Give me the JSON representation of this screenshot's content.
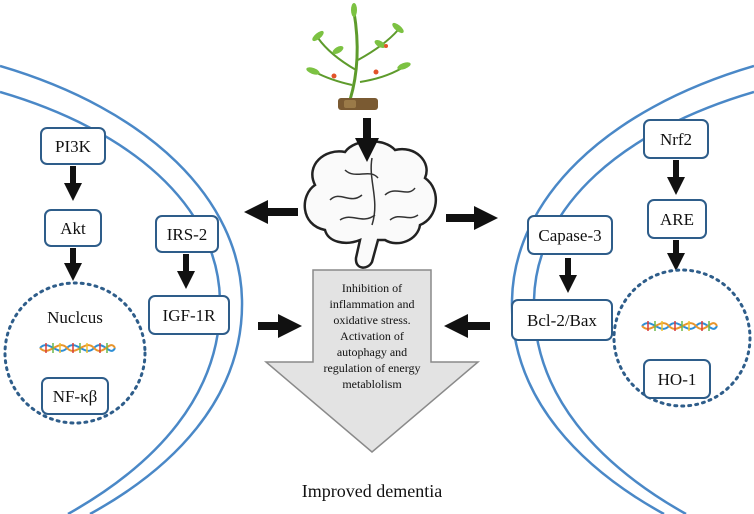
{
  "left_pathway": {
    "pi3k": "PI3K",
    "akt": "Akt",
    "irs2": "IRS-2",
    "igf1r": "IGF-1R",
    "nucleus_label": "Nuclcus",
    "nfkb": "NF-κβ"
  },
  "right_pathway": {
    "nrf2": "Nrf2",
    "are": "ARE",
    "caspase3": "Capase-3",
    "bcl2bax": "Bcl-2/Bax",
    "ho1": "HO-1"
  },
  "center_effect_lines": [
    "Inhibition of",
    "inflammation and",
    "oxidative stress.",
    "Activation of",
    "autophagy and",
    "regulation of energy",
    "metablolism"
  ],
  "outcome": "Improved dementia",
  "colors": {
    "box_border": "#2e5d8a",
    "membrane": "#4a88c7",
    "nucleus_dots": "#2e5d8a",
    "arrow": "#111111",
    "big_arrow_fill": "#e3e3e3",
    "big_arrow_stroke": "#8a8a8a"
  },
  "icons": [
    "plant-icon",
    "brain-icon",
    "dna-icon"
  ]
}
